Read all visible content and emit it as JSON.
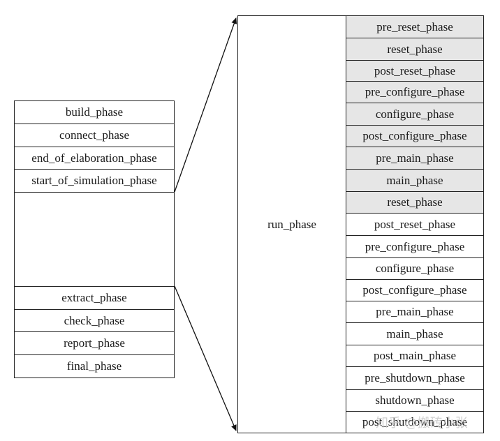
{
  "left_phases": {
    "top": [
      "build_phase",
      "connect_phase",
      "end_of_elaboration_phase",
      "start_of_simulation_phase"
    ],
    "bottom": [
      "extract_phase",
      "check_phase",
      "report_phase",
      "final_phase"
    ]
  },
  "run_phase": {
    "label": "run_phase",
    "sub_phases": [
      {
        "label": "pre_reset_phase",
        "shaded": true
      },
      {
        "label": "reset_phase",
        "shaded": true
      },
      {
        "label": "post_reset_phase",
        "shaded": true
      },
      {
        "label": "pre_configure_phase",
        "shaded": true
      },
      {
        "label": "configure_phase",
        "shaded": true
      },
      {
        "label": "post_configure_phase",
        "shaded": true
      },
      {
        "label": "pre_main_phase",
        "shaded": true
      },
      {
        "label": "main_phase",
        "shaded": true
      },
      {
        "label": "reset_phase",
        "shaded": true
      },
      {
        "label": "post_reset_phase",
        "shaded": false
      },
      {
        "label": "pre_configure_phase",
        "shaded": false
      },
      {
        "label": "configure_phase",
        "shaded": false
      },
      {
        "label": "post_configure_phase",
        "shaded": false
      },
      {
        "label": "pre_main_phase",
        "shaded": false
      },
      {
        "label": "main_phase",
        "shaded": false
      },
      {
        "label": "post_main_phase",
        "shaded": false
      },
      {
        "label": "pre_shutdown_phase",
        "shaded": false
      },
      {
        "label": "shutdown_phase",
        "shaded": false
      },
      {
        "label": "post_shutdown_phase",
        "shaded": false
      }
    ]
  },
  "watermark": "知乎 @搬砖小张",
  "colors": {
    "shaded_cell": "#e6e6e6",
    "border": "#222222",
    "background": "#ffffff"
  }
}
